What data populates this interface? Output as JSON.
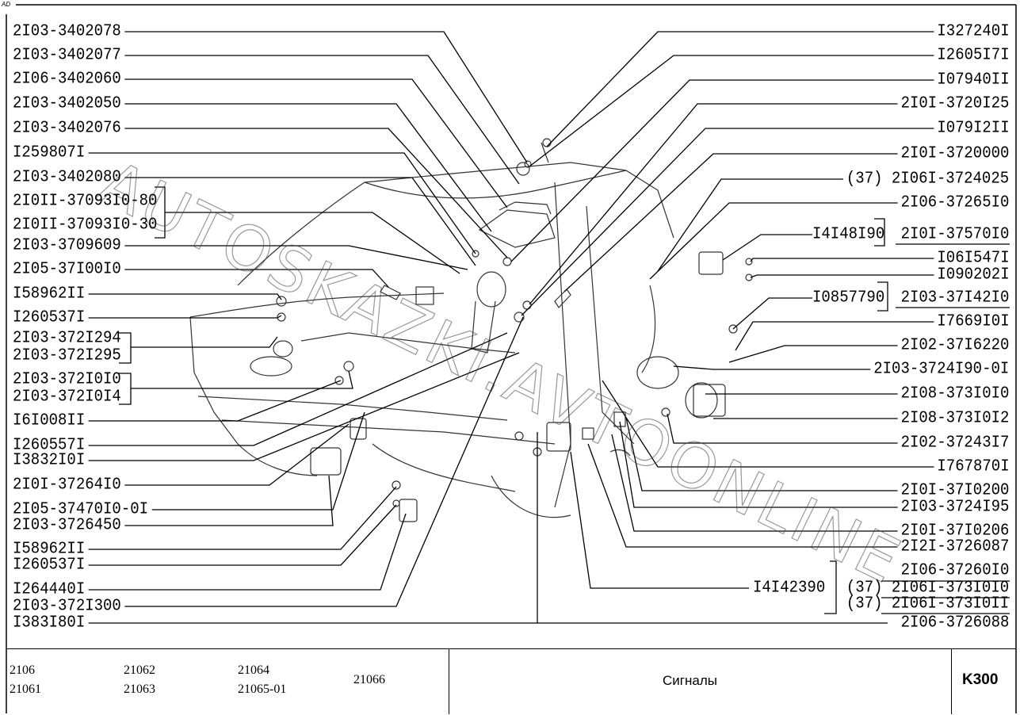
{
  "corner_mark": "AD",
  "watermark": "AUTOSKAZKI.AVTOONLINE",
  "left_labels": [
    "2I03-3402078",
    "2I03-3402077",
    "2I06-3402060",
    "2I03-3402050",
    "2I03-3402076",
    "I259807I",
    "2I03-3402080",
    "2I0II-37093I0-80",
    "2I0II-37093I0-30",
    "2I03-3709609",
    "2I05-37I00I0",
    "I58962II",
    "I260537I",
    "2I03-372I294",
    "2I03-372I295",
    "2I03-372I0I0",
    "2I03-372I0I4",
    "I6I008II",
    "I260557I",
    "I3832I0I",
    "2I0I-37264I0",
    "2I05-37470I0-0I",
    "2I03-3726450",
    "I58962II",
    "I260537I",
    "I264440I",
    "2I03-372I300",
    "I383I80I"
  ],
  "right_labels": [
    "I327240I",
    "I2605I7I",
    "I07940II",
    "2I0I-3720I25",
    "I079I2II",
    "2I0I-3720000",
    "(37) 2I06I-3724025",
    "2I06-37265I0",
    "2I0I-37570I0",
    "I06I547I",
    "I090202I",
    "2I03-37I42I0",
    "I7669I0I",
    "2I02-37I6220",
    "2I03-3724I90-0I",
    "2I08-373I0I0",
    "2I08-373I0I2",
    "2I02-37243I7",
    "I767870I",
    "2I0I-37I0200",
    "2I03-3724I95",
    "2I0I-37I0206",
    "2I2I-3726087",
    "2I06-37260I0",
    "(37) 2I06I-373I0I0",
    "(37) 2I06I-373I0II",
    "2I06-3726088"
  ],
  "inner_labels": [
    "I4I48I90",
    "I0857790",
    "I4I42390"
  ],
  "footer": {
    "models": [
      "2106",
      "21061",
      "21062",
      "21063",
      "21064",
      "21065-01",
      "21066"
    ],
    "title": "Сигналы",
    "code": "K300"
  }
}
